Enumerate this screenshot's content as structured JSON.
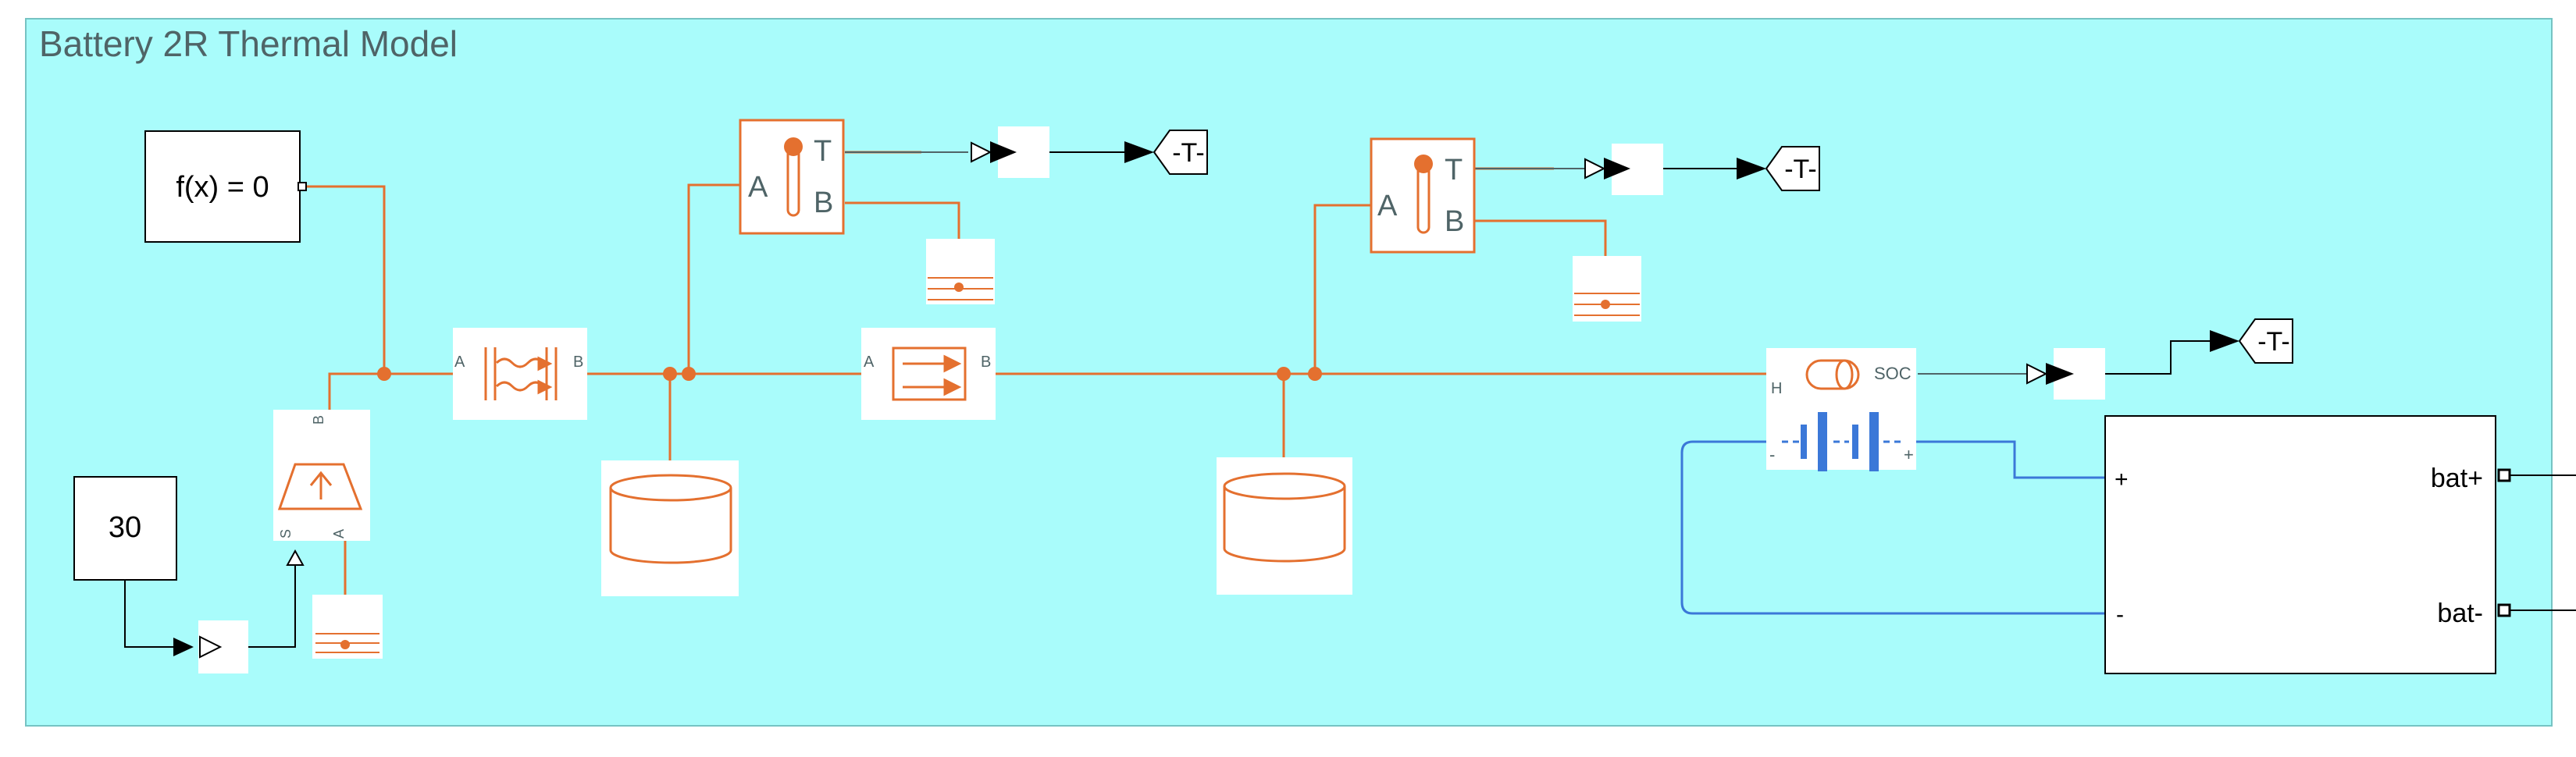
{
  "colors": {
    "area_fill": "#a9fcfb",
    "area_border": "#76c3c3",
    "title_text": "#4f6467",
    "physical_line": "#e4702f",
    "signal_line": "#000000",
    "electrical_line": "#3b78d8",
    "block_border": "#e4702f",
    "block_fill": "#ffffff"
  },
  "area": {
    "title": "Battery 2R Thermal Model"
  },
  "blocks": {
    "solver_config": {
      "label": "f(x) = 0",
      "icon": "solver-configuration"
    },
    "constant": {
      "value": "30",
      "icon": "constant"
    },
    "heat_flow_source": {
      "port_s": "S",
      "port_a": "A",
      "port_b": "B",
      "icon": "controlled-heat-flow-rate-source"
    },
    "thermal_resistance": {
      "port_a": "A",
      "port_b": "B",
      "icon": "thermal-resistance"
    },
    "conductive_heat_transfer": {
      "port_a": "A",
      "port_b": "B",
      "icon": "conductive-heat-transfer"
    },
    "thermal_mass_1": {
      "icon": "thermal-mass"
    },
    "thermal_mass_2": {
      "icon": "thermal-mass"
    },
    "temp_sensor_1": {
      "port_a": "A",
      "port_t": "T",
      "port_b": "B",
      "icon": "temperature-sensor"
    },
    "temp_sensor_2": {
      "port_a": "A",
      "port_t": "T",
      "port_b": "B",
      "icon": "temperature-sensor"
    },
    "thermal_reference_1": {
      "icon": "thermal-reference"
    },
    "thermal_reference_2": {
      "icon": "thermal-reference"
    },
    "thermal_reference_3": {
      "icon": "thermal-reference"
    },
    "battery": {
      "port_h": "H",
      "port_soc": "SOC",
      "port_minus": "-",
      "port_plus": "+",
      "icon": "battery-table-based"
    },
    "subsystem": {
      "port_plus": "+",
      "port_minus": "-",
      "port_bat_plus": "bat+",
      "port_bat_minus": "bat-"
    },
    "goto_1": {
      "tag": "-T-"
    },
    "goto_2": {
      "tag": "-T-"
    },
    "goto_3": {
      "tag": "-T-"
    }
  }
}
